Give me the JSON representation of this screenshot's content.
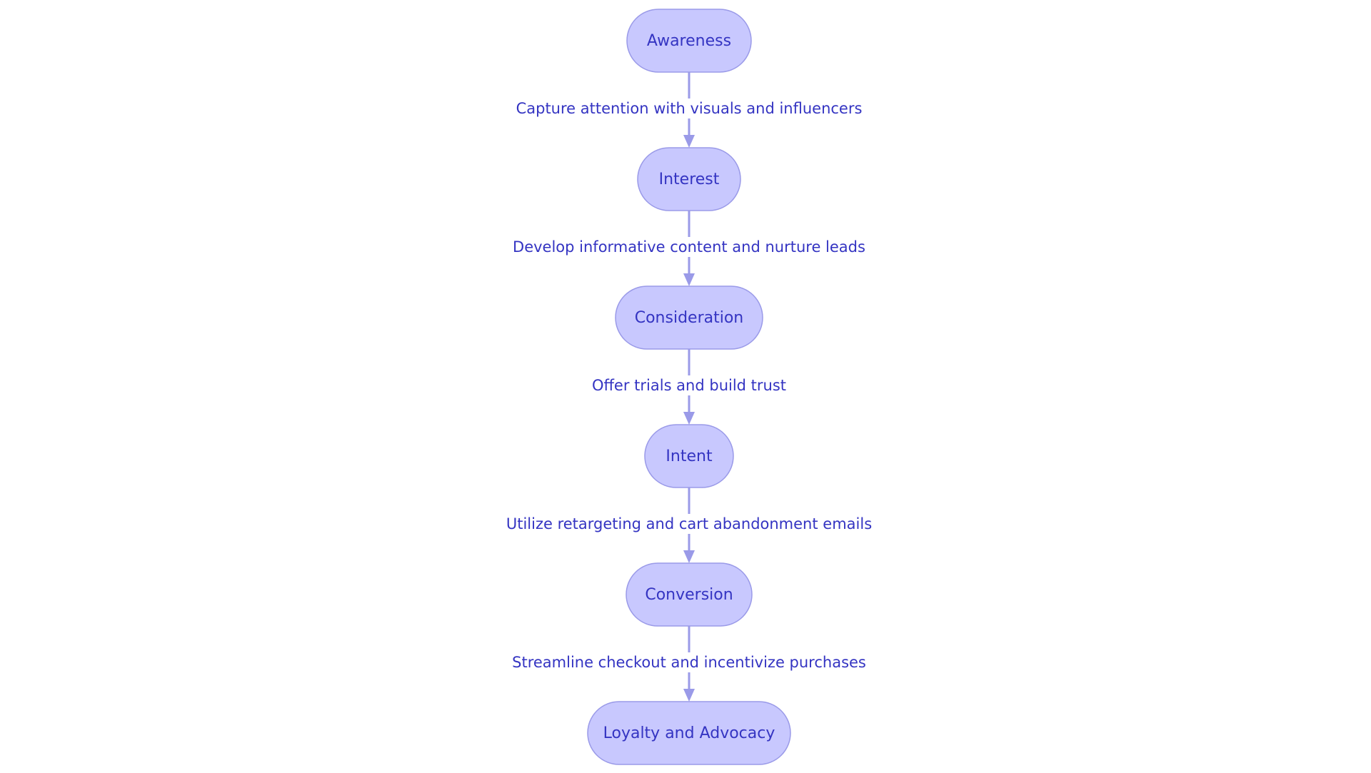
{
  "diagram": {
    "type": "flowchart",
    "direction": "top-to-bottom",
    "colors": {
      "node_fill": "#c8c8fe",
      "node_stroke": "#9a9ae8",
      "text": "#3434c2",
      "edge": "#9a9ae8"
    },
    "nodes": [
      {
        "id": "awareness",
        "label": "Awareness"
      },
      {
        "id": "interest",
        "label": "Interest"
      },
      {
        "id": "consideration",
        "label": "Consideration"
      },
      {
        "id": "intent",
        "label": "Intent"
      },
      {
        "id": "conversion",
        "label": "Conversion"
      },
      {
        "id": "loyalty",
        "label": "Loyalty and Advocacy"
      }
    ],
    "edges": [
      {
        "from": "awareness",
        "to": "interest",
        "label": "Capture attention with visuals and influencers"
      },
      {
        "from": "interest",
        "to": "consideration",
        "label": "Develop informative content and nurture leads"
      },
      {
        "from": "consideration",
        "to": "intent",
        "label": "Offer trials and build trust"
      },
      {
        "from": "intent",
        "to": "conversion",
        "label": "Utilize retargeting and cart abandonment emails"
      },
      {
        "from": "conversion",
        "to": "loyalty",
        "label": "Streamline checkout and incentivize purchases"
      }
    ]
  }
}
